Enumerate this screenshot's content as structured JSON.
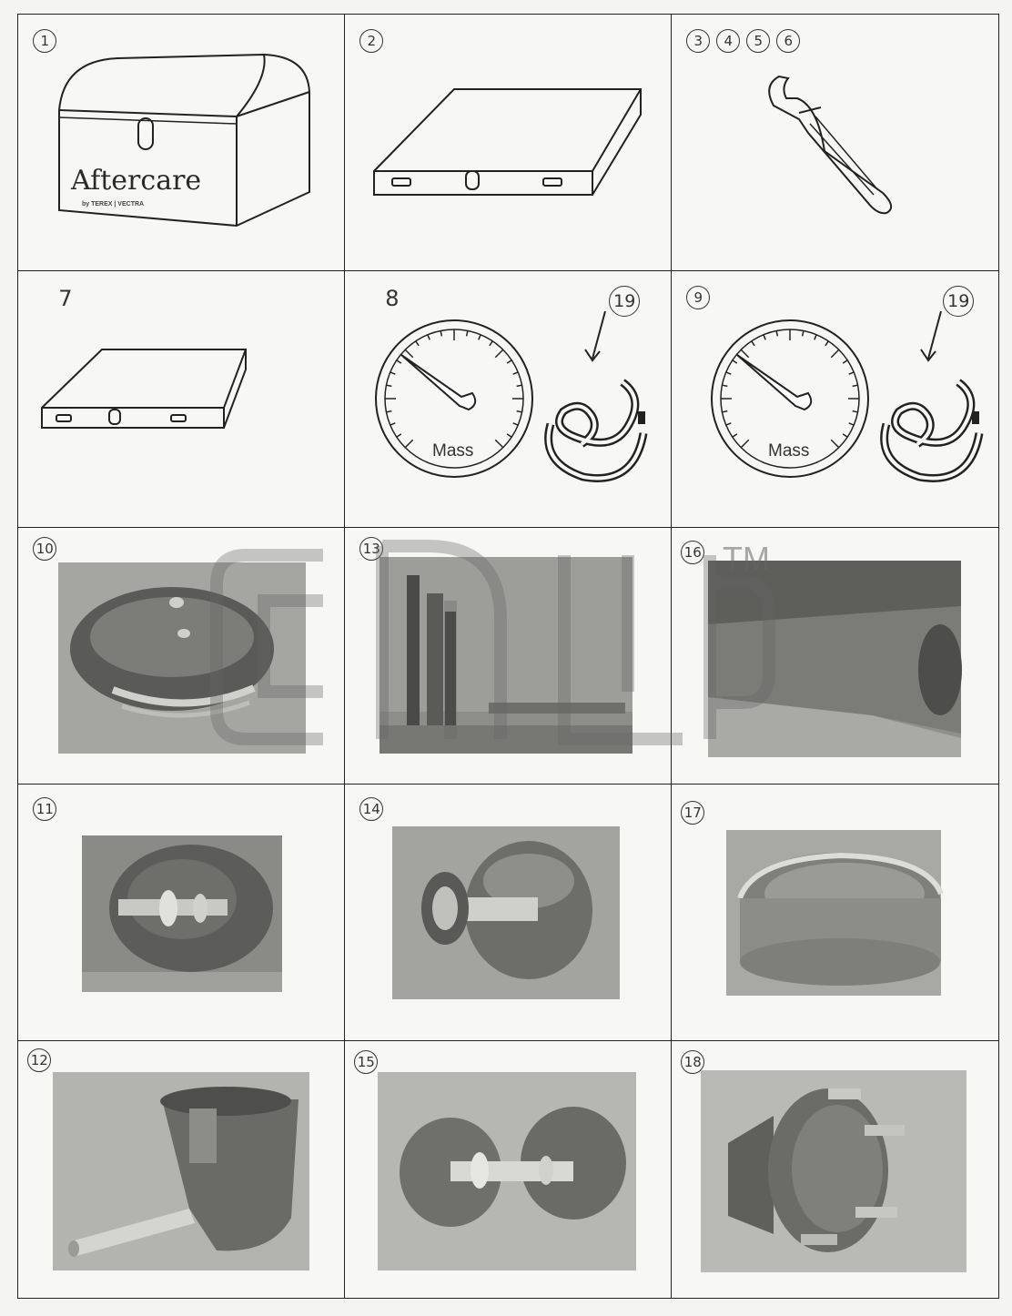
{
  "parts": [
    {
      "id": "p1",
      "labels": [
        "1"
      ],
      "brand": "Aftercare",
      "brand_sub": "by TEREX | VECTRA"
    },
    {
      "id": "p2",
      "labels": [
        "2"
      ]
    },
    {
      "id": "p3",
      "labels": [
        "3",
        "4",
        "5",
        "6"
      ]
    },
    {
      "id": "p7",
      "labels": [
        "7"
      ]
    },
    {
      "id": "p8",
      "labels": [
        "8"
      ],
      "gauge_label": "Mass",
      "hose_label": "19"
    },
    {
      "id": "p9",
      "labels": [
        "9"
      ],
      "gauge_label": "Mass",
      "hose_label": "19"
    },
    {
      "id": "p10",
      "labels": [
        "10"
      ]
    },
    {
      "id": "p13",
      "labels": [
        "13"
      ]
    },
    {
      "id": "p16",
      "labels": [
        "16"
      ]
    },
    {
      "id": "p11",
      "labels": [
        "11"
      ]
    },
    {
      "id": "p14",
      "labels": [
        "14"
      ]
    },
    {
      "id": "p17",
      "labels": [
        "17"
      ]
    },
    {
      "id": "p12",
      "labels": [
        "12"
      ]
    },
    {
      "id": "p15",
      "labels": [
        "15"
      ]
    },
    {
      "id": "p18",
      "labels": [
        "18"
      ]
    }
  ],
  "watermark": {
    "trademark": "TM"
  },
  "colors": {
    "line": "#222222",
    "photo_bg": "#9a9a98",
    "photo_dark": "#4a4a48",
    "photo_light": "#d6d6d2"
  }
}
